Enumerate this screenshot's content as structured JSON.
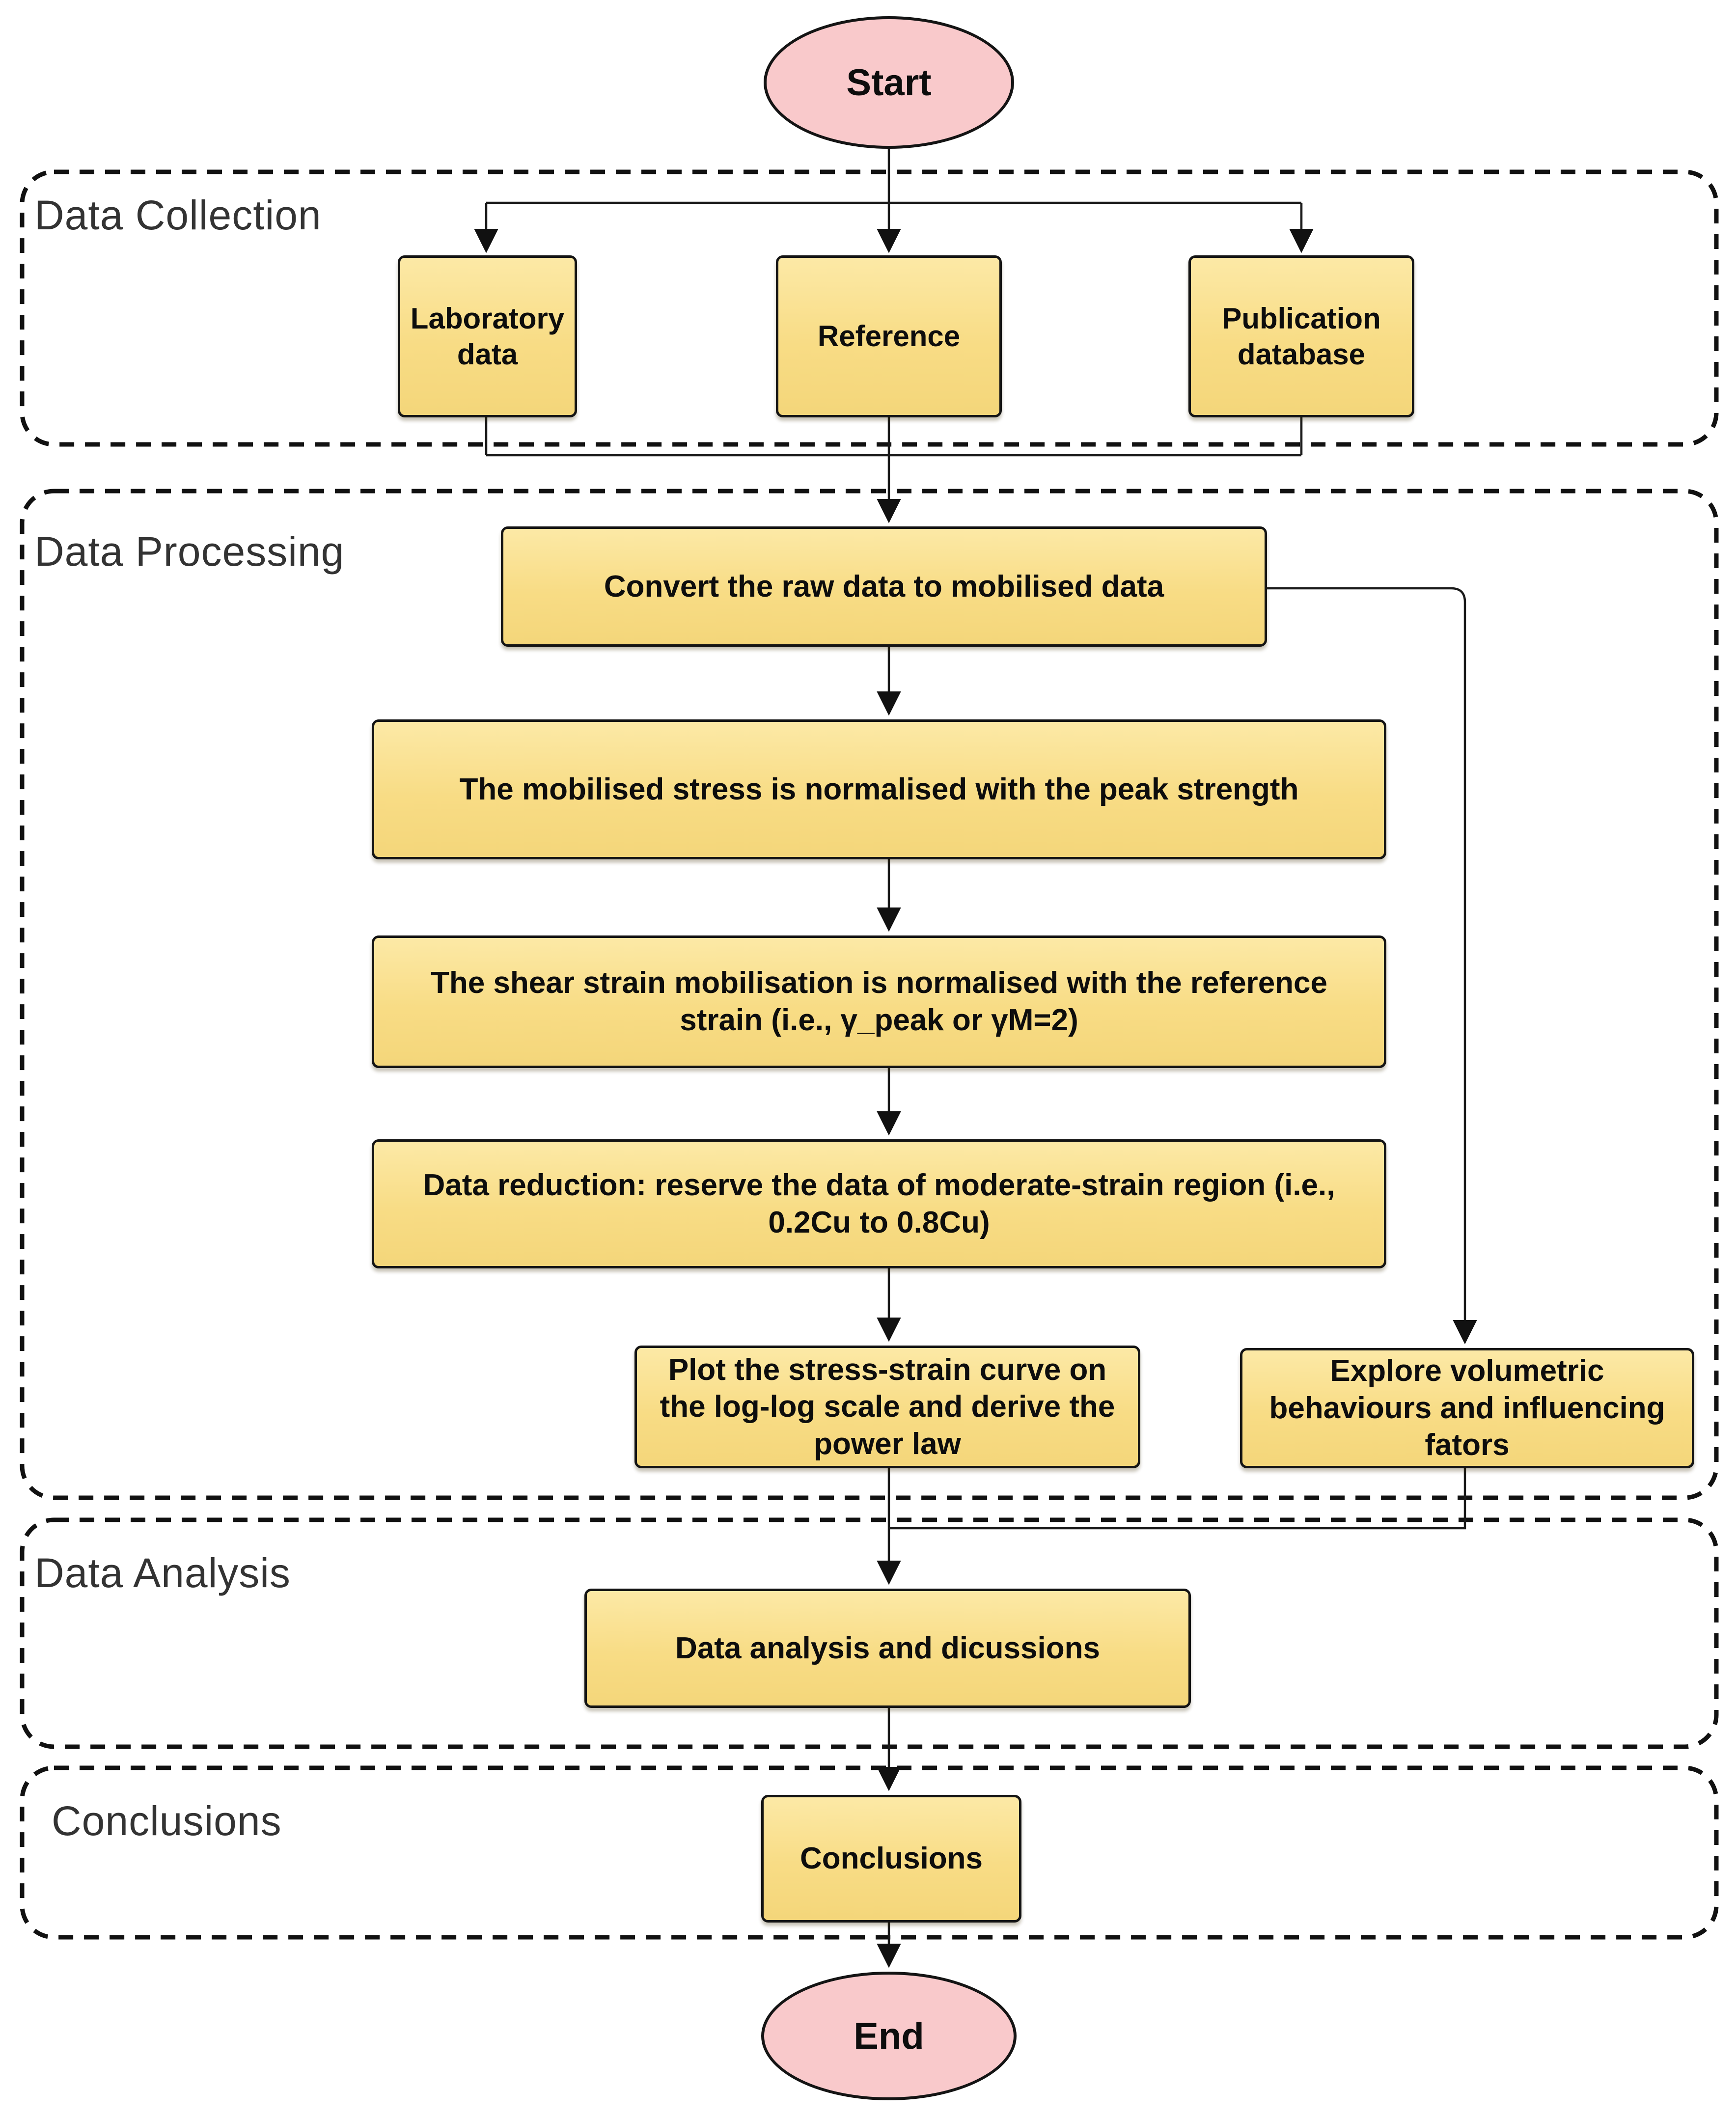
{
  "diagram": {
    "type": "flowchart",
    "sections": {
      "collection": {
        "label": "Data Collection"
      },
      "processing": {
        "label": "Data Processing"
      },
      "analysis": {
        "label": "Data Analysis"
      },
      "conclusions": {
        "label": "Conclusions"
      }
    },
    "nodes": {
      "start": {
        "label": "Start"
      },
      "laboratory_data": {
        "label": "Laboratory data"
      },
      "reference": {
        "label": "Reference"
      },
      "publication_database": {
        "label": "Publication database"
      },
      "convert_raw": {
        "label": "Convert the raw data to mobilised data"
      },
      "normalise_stress": {
        "label": "The mobilised stress is normalised with the peak strength"
      },
      "normalise_strain": {
        "label": "The shear strain mobilisation is normalised with the reference strain (i.e., γ_peak or γM=2)"
      },
      "data_reduction": {
        "label": "Data reduction: reserve the data of moderate-strain region (i.e., 0.2Cu to 0.8Cu)"
      },
      "plot_curve": {
        "label": "Plot the stress-strain curve on the log-log scale and derive the power law"
      },
      "explore_volumetric": {
        "label": "Explore volumetric behaviours and influencing fators"
      },
      "data_analysis": {
        "label": "Data analysis and dicussions"
      },
      "conclusions_box": {
        "label": "Conclusions"
      },
      "end": {
        "label": "End"
      }
    },
    "colors": {
      "process_fill": "#f8dc85",
      "terminal_fill": "#f9c9cb",
      "node_border": "#141414",
      "section_border": "#111111",
      "section_label": "#333333",
      "connector": "#1a1a1a",
      "background": "#ffffff"
    }
  }
}
